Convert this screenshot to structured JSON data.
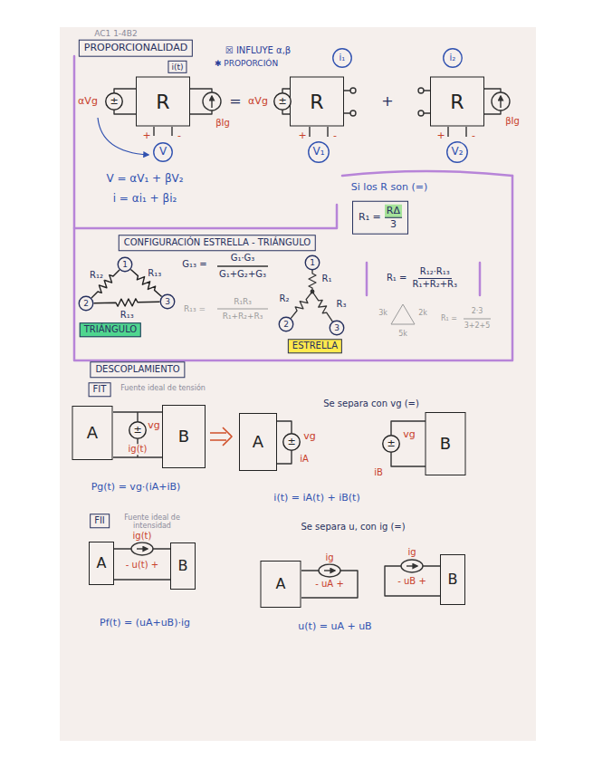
{
  "diagram": {
    "nodes": [
      {
        "text": [
          "PROPORCIONALIDAD"
        ]
      },
      {
        "text": [
          "i(t)"
        ]
      },
      {
        "text": [
          "R"
        ]
      },
      {
        "text": [
          "±"
        ]
      },
      {
        "text": [
          "V"
        ]
      },
      {
        "text": [
          "i₁"
        ]
      },
      {
        "text": [
          "R"
        ]
      },
      {
        "text": [
          "±"
        ]
      },
      {
        "text": [
          "V₁"
        ]
      },
      {
        "text": [
          "i₂"
        ]
      },
      {
        "text": [
          "R"
        ]
      },
      {
        "text": [
          "V₂"
        ]
      },
      {
        "text": [
          "R₁ =",
          "RΔ",
          "3"
        ]
      },
      {
        "text": [
          "CONFIGURACIÓN ESTRELLA - TRIÁNGULO"
        ]
      },
      {
        "text": [
          "1"
        ]
      },
      {
        "text": [
          "2"
        ]
      },
      {
        "text": [
          "3"
        ]
      },
      {
        "text": [
          "TRIÁNGULO"
        ]
      },
      {
        "text": [
          "1"
        ]
      },
      {
        "text": [
          "2"
        ]
      },
      {
        "text": [
          "3"
        ]
      },
      {
        "text": [
          "ESTRELLA"
        ]
      },
      {
        "text": [
          "R₁ =",
          "R₁₂·R₁₃",
          "R₁+R₂+R₃"
        ]
      },
      {
        "text": [
          "DESCOPLAMIENTO"
        ]
      },
      {
        "text": [
          "FIT"
        ]
      },
      {
        "text": [
          "A"
        ]
      },
      {
        "text": [
          "±"
        ]
      },
      {
        "text": [
          "B"
        ]
      },
      {
        "text": [
          "A"
        ]
      },
      {
        "text": [
          "±"
        ]
      },
      {
        "text": [
          "±"
        ]
      },
      {
        "text": [
          "B"
        ]
      },
      {
        "text": [
          "FII"
        ]
      },
      {
        "text": [
          "A"
        ]
      },
      {
        "text": [
          "B"
        ]
      },
      {
        "text": [
          "A"
        ]
      },
      {
        "text": [
          "B"
        ]
      }
    ],
    "edges": [
      {
        "from": 14,
        "to": 15,
        "arrow": "none",
        "label": "R₁₂"
      },
      {
        "from": 14,
        "to": 16,
        "arrow": "none",
        "label": "R₁₃"
      },
      {
        "from": 15,
        "to": 16,
        "arrow": "none",
        "label": "R₁₃"
      }
    ],
    "labels": [
      "AC1 1-4B2",
      "☒ INFLUYE α,β",
      "✱ PROPORCIÓN",
      "αVg",
      "βIg",
      "+",
      "-",
      "=",
      "αVg",
      "+",
      "-",
      "+",
      "βIg",
      "+",
      "-",
      "V = αV₁ + βV₂",
      "i = αi₁ + βi₂",
      "Si los R son (=)",
      "G₁₃ =",
      "G₁·G₃",
      "G₁+G₂+G₃",
      "R₁₃ =",
      "R₁R₃",
      "R₁+R₂+R₃",
      "R₁",
      "R₂",
      "R₃",
      "3k",
      "2k",
      "5k",
      "R₁ =",
      "2·3",
      "3+2+5",
      "Fuente ideal de tensión",
      "vg",
      "ig(t)",
      "Se separa con vg (=)",
      "vg",
      "iA",
      "vg",
      "iB",
      "Pg(t) = vg·(iA+iB)",
      "i(t) = iA(t) + iB(t)",
      "Fuente ideal de intensidad",
      "ig(t)",
      "- u(t) +",
      "Se separa u, con ig (=)",
      "ig",
      "- uA +",
      "ig",
      "- uB +",
      "Pf(t) = (uA+uB)·ig",
      "u(t) = uA + uB"
    ]
  }
}
